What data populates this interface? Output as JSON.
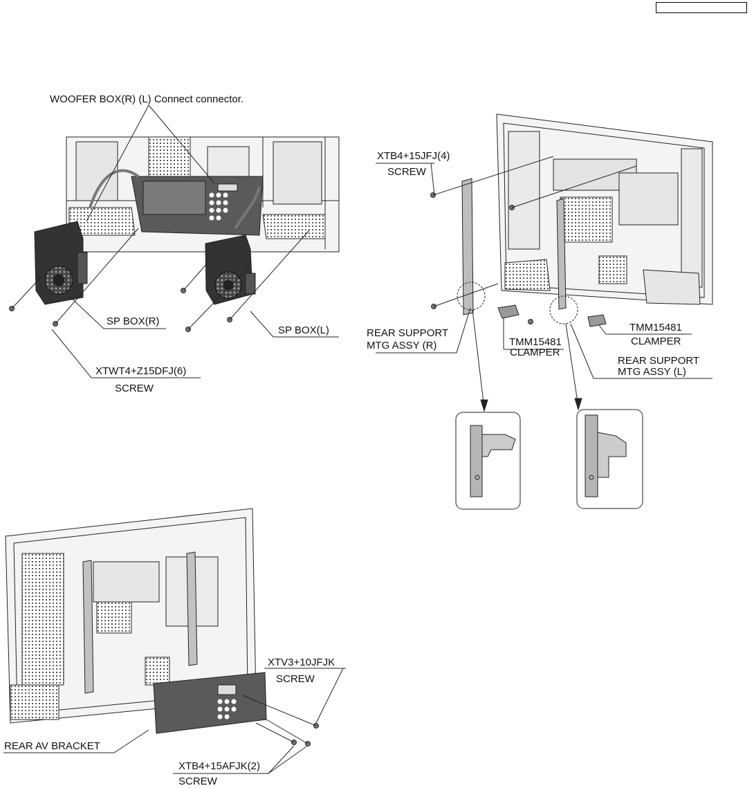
{
  "figure_top": {
    "woofer_note": "WOOFER BOX(R) (L) Connect connector.",
    "sp_box_r": "SP BOX(R)",
    "sp_box_l": "SP BOX(L)",
    "screw_part": "XTWT4+Z15DFJ(6)",
    "screw_label": "SCREW"
  },
  "figure_right": {
    "screw_part": "XTB4+15JFJ(4)",
    "screw_label": "SCREW",
    "rear_support_r_line1": "REAR SUPPORT",
    "rear_support_r_line2": "MTG ASSY (R)",
    "clamper_center_part": "TMM15481",
    "clamper_center_label": "CLAMPER",
    "clamper_right_part": "TMM15481",
    "clamper_right_label": "CLAMPER",
    "rear_support_l_line1": "REAR SUPPORT",
    "rear_support_l_line2": "MTG ASSY (L)"
  },
  "figure_bottom": {
    "screw1_part": "XTV3+10JFJK",
    "screw1_label": "SCREW",
    "bracket": "REAR AV BRACKET",
    "screw2_part": "XTB4+15AFJK(2)",
    "screw2_label": "SCREW"
  }
}
